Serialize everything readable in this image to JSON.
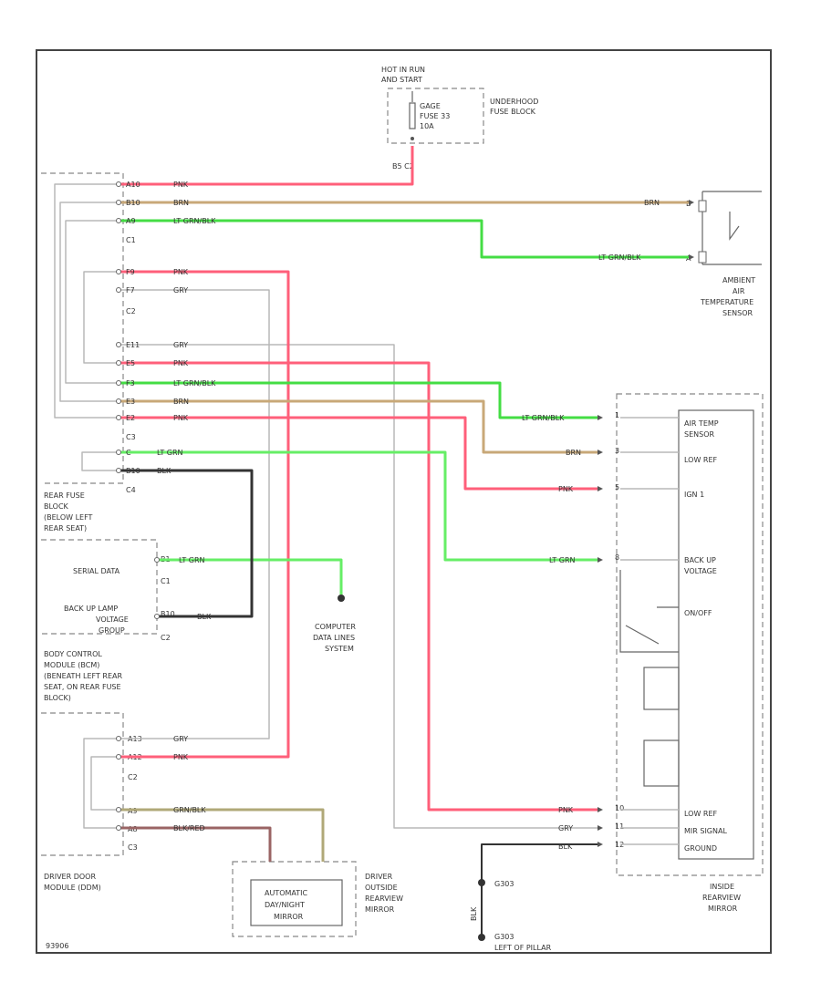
{
  "colors": {
    "pnk": "#ff5f7a",
    "brn": "#c8a878",
    "ltgrnblk": "#44dd44",
    "ltgrn": "#66ee66",
    "gry": "#a8a8a8",
    "blk": "#333333",
    "grnblk": "#b0a878",
    "blkred": "#9a6464"
  },
  "labels": {
    "hot_in_run": "HOT IN RUN",
    "and_start": "AND START",
    "underhood_1": "UNDERHOOD",
    "underhood_2": "FUSE BLOCK",
    "gage_1": "GAGE",
    "gage_2": "FUSE 33",
    "gage_3": "10A",
    "c2_ref": "B5  C2",
    "ambient_1": "AMBIENT",
    "ambient_2": "AIR",
    "ambient_3": "TEMPERATURE",
    "ambient_4": "SENSOR",
    "rear_fuse_1": "REAR FUSE",
    "rear_fuse_2": "BLOCK",
    "rear_fuse_3": "(BELOW LEFT",
    "rear_fuse_4": "REAR SEAT)",
    "serial_data": "SERIAL DATA",
    "backup_1": "BACK UP LAMP",
    "backup_2": "VOLTAGE",
    "backup_3": "GROUP",
    "bcm_1": "BODY CONTROL",
    "bcm_2": "MODULE (BCM)",
    "bcm_3": "(BENEATH LEFT REAR",
    "bcm_4": "SEAT, ON REAR FUSE",
    "bcm_5": "BLOCK)",
    "cdl_1": "COMPUTER",
    "cdl_2": "DATA LINES",
    "cdl_3": "SYSTEM",
    "ddm_1": "DRIVER DOOR",
    "ddm_2": "MODULE (DDM)",
    "auto_1": "AUTOMATIC",
    "auto_2": "DAY/NIGHT",
    "auto_3": "MIRROR",
    "dos_1": "DRIVER",
    "dos_2": "OUTSIDE",
    "dos_3": "REARVIEW",
    "dos_4": "MIRROR",
    "g303": "G303",
    "g303_1": "G303",
    "g303_2": "LEFT OF PILLAR",
    "inside_1": "INSIDE",
    "inside_2": "REARVIEW",
    "inside_3": "MIRROR",
    "im_air_1": "AIR TEMP",
    "im_air_2": "SENSOR",
    "im_lowref": "LOW REF",
    "im_ign": "IGN 1",
    "im_backup_1": "BACK UP",
    "im_backup_2": "VOLTAGE",
    "im_onoff": "ON/OFF",
    "im_lowref2": "LOW REF",
    "im_mir": "MIR SIGNAL",
    "im_ground": "GROUND",
    "fig": "93906"
  },
  "wire_labels": {
    "pnk": "PNK",
    "brn": "BRN",
    "ltgrnblk": "LT GRN/BLK",
    "gry": "GRY",
    "ltgrn": "LT GRN",
    "blk": "BLK",
    "grnblk": "GRN/BLK",
    "blkred": "BLK/RED"
  },
  "connectors": {
    "c1": "C1",
    "c2": "C2",
    "c3": "C3",
    "c4": "C4"
  },
  "pins": {
    "a10": "A10",
    "b10": "B10",
    "a9": "A9",
    "f9": "F9",
    "f7": "F7",
    "e11": "E11",
    "e5": "E5",
    "f3": "F3",
    "e3": "E3",
    "e2": "E2",
    "c4_a": "C",
    "c4_b": "B10",
    "b1": "B1",
    "b10c3": "B10",
    "a13": "A13",
    "a12": "A12",
    "a9d": "A9",
    "a8": "A8",
    "amb_b": "B",
    "amb_a": "A",
    "im_1": "1",
    "im_3": "3",
    "im_5": "5",
    "im_8": "8",
    "im_10": "10",
    "im_11": "11",
    "im_12": "12"
  }
}
